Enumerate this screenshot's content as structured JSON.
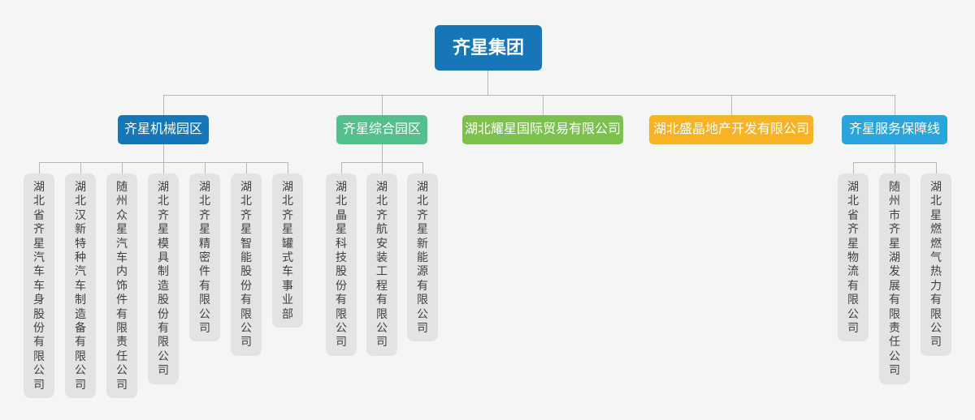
{
  "chart": {
    "type": "org-chart",
    "background": "#f5f5f6",
    "connector_color": "#b6b6b6",
    "leaf_background": "#e3e3e4",
    "leaf_text_color": "#404040"
  },
  "root": {
    "label": "齐星集团",
    "color": "#1577b8"
  },
  "branches": [
    {
      "label": "齐星机械园区",
      "color": "#1577b8",
      "children": [
        "湖北省齐星汽车车身股份有限公司",
        "湖北汉新特种汽车制造备有限公司",
        "随州众星汽车内饰件有限责任公司",
        "湖北齐星模具制造股份有限公司",
        "湖北齐星精密件有限公司",
        "湖北齐星智能股份有限公司",
        "湖北齐星罐式车事业部"
      ]
    },
    {
      "label": "齐星综合园区",
      "color": "#53c08c",
      "children": [
        "湖北晶星科技股份有限公司",
        "湖北齐航安装工程有限公司",
        "湖北齐星新能源有限公司"
      ]
    },
    {
      "label": "湖北耀星国际贸易有限公司",
      "color": "#7cc04e",
      "children": []
    },
    {
      "label": "湖北盛晶地产开发有限公司",
      "color": "#f7b226",
      "children": []
    },
    {
      "label": "齐星服务保障线",
      "color": "#2ba4de",
      "children": [
        "湖北省齐星物流有限公司",
        "随州市齐星湖发展有限责任公司",
        "湖北星燃燃气热力有限公司"
      ]
    }
  ]
}
